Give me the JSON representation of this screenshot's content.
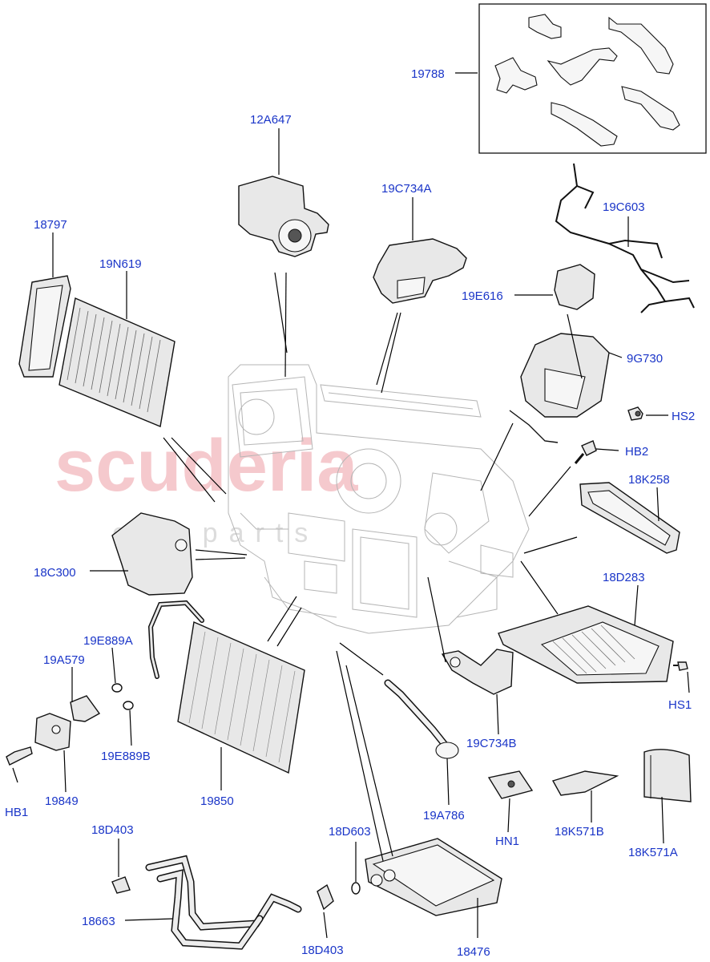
{
  "watermark": {
    "brand": "scuderia",
    "sub": "car parts"
  },
  "labels": {
    "p19788": "19788",
    "p12A647": "12A647",
    "p19C734A": "19C734A",
    "p19C603": "19C603",
    "p18797": "18797",
    "p19N619": "19N619",
    "p19E616": "19E616",
    "p9G730": "9G730",
    "pHS2": "HS2",
    "pHB2": "HB2",
    "p18K258": "18K258",
    "p18C300": "18C300",
    "p18D283": "18D283",
    "p19E889A": "19E889A",
    "p19A579": "19A579",
    "pHS1": "HS1",
    "p19C734B": "19C734B",
    "p19E889B": "19E889B",
    "pHB1": "HB1",
    "p19849": "19849",
    "p19850": "19850",
    "p19A786": "19A786",
    "pHN1": "HN1",
    "p18K571B": "18K571B",
    "p18K571A": "18K571A",
    "p18D403a": "18D403",
    "p18D603": "18D603",
    "p18663": "18663",
    "p18D403b": "18D403",
    "p18476": "18476"
  }
}
